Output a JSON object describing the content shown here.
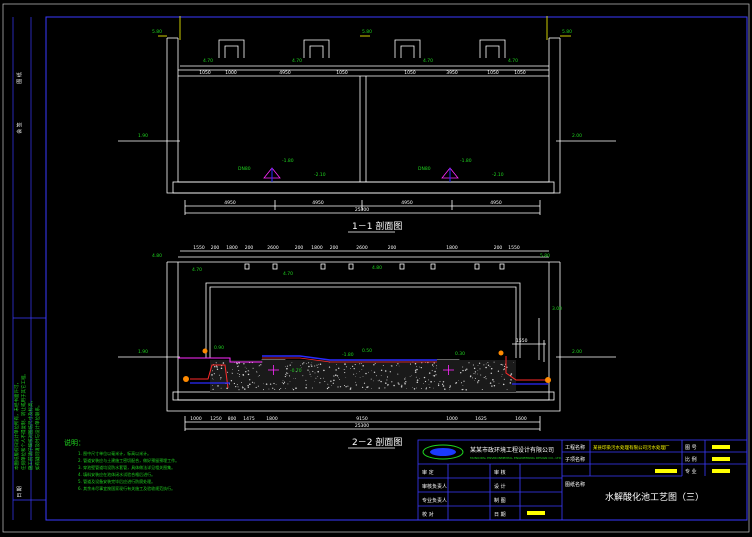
{
  "colors": {
    "background": "#000000",
    "structure": "#ffffff",
    "frame": "#3a3aff",
    "grid": "#c8c8c8",
    "annotation": "#1fd41f",
    "pipe_red": "#ff2a2a",
    "pipe_blue": "#2a2aff",
    "magenta": "#ff2aff",
    "yellow": "#ffff00",
    "cyan": "#00e5ff",
    "orange": "#ff8a00"
  },
  "sections": {
    "s1": {
      "title": "1－1 剖面图",
      "top_dims": [
        "1050",
        "1000",
        "4950",
        "1050",
        "1050",
        "3950",
        "1050",
        "1050"
      ],
      "bottom_dims": [
        "4950",
        "4950",
        "4950",
        "4950"
      ],
      "total": "25300",
      "levels": [
        "5.80",
        "4.70",
        "4.70",
        "5.80",
        "4.70",
        "4.70",
        "5.80",
        "1.90",
        "2.00",
        "-1.80",
        "-2.10",
        "-1.80",
        "-2.10"
      ],
      "labels": [
        "DN80",
        "DN80"
      ]
    },
    "s2": {
      "title": "2－2 剖面图",
      "top_dims": [
        "1550",
        "200",
        "1800",
        "200",
        "2600",
        "200",
        "1800",
        "200",
        "2600",
        "200",
        "1800",
        "200",
        "1550"
      ],
      "bottom_dims": [
        "1000",
        "1250",
        "800",
        "1475",
        "1800",
        "9150",
        "1000",
        "1625",
        "1600"
      ],
      "total": "25300",
      "right_dim": "1550",
      "levels": [
        "4.80",
        "4.70",
        "4.70",
        "4.80",
        "5.80",
        "0.90",
        "-1.80",
        "-0.70",
        "0.50",
        "0.30",
        "1.90",
        "2.00",
        "3.00"
      ]
    }
  },
  "notes": {
    "heading": "说明：",
    "lines": [
      "1. 图中尺寸单位以毫米计，标高以米计。",
      "2. 管道安装应与土建施工密切配合，做好预留预埋工作。",
      "3. 穿池壁管道均设防水套管，具体做法详见相关图集。",
      "4. 填料安装应在池体闭水试验合格后进行。",
      "5. 管道及设备安装完毕后应进行防腐处理。",
      "6. 其余未尽事宜按国家现行有关施工及验收规范执行。"
    ]
  },
  "side_note": {
    "lines": [
      "本图纸版权归设计单位所有，未经书面许可，",
      "任何单位和个人不得复制、转让或用于其它工程。",
      "施工前请仔细核对图纸尺寸及标高，",
      "如有疑问请及时与设计单位联系。"
    ]
  },
  "title_block": {
    "company_cn": "某某市政环境工程设计有限公司",
    "company_en": "MUNICIPAL ENVIRONMENTAL ENGINEERING DESIGN CO., LTD.",
    "project_label": "工程名称",
    "project_name": "某县印染污水处理有限公司污水处理厂",
    "subproject_label": "子项名称",
    "drawing_label": "图纸名称",
    "drawing_title": "水解酸化池工艺图（三）",
    "rows": [
      "审 定",
      "审核负责人",
      "专业负责人",
      "校 对"
    ],
    "rows2": [
      "审 核",
      "设 计",
      "制 图",
      "日 期"
    ],
    "right_labels": [
      "图 号",
      "比 例",
      "专 业"
    ]
  }
}
